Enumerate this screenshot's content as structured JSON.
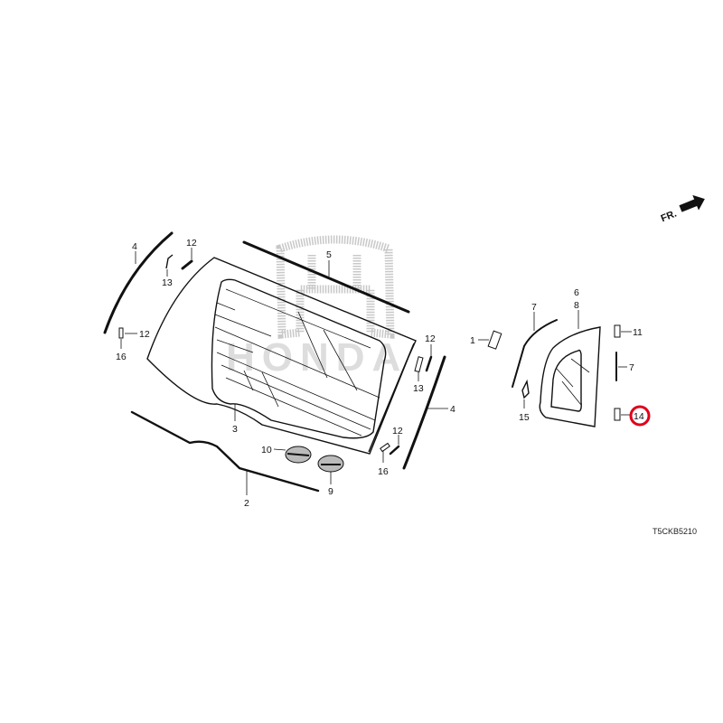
{
  "diagram": {
    "watermark": "HONDA",
    "direction_marker": "FR.",
    "diagram_code": "T5CKB5210",
    "highlight_color": "#e0001b",
    "highlighted_part": "14",
    "callouts": {
      "p1": "1",
      "p2": "2",
      "p3": "3",
      "p4a": "4",
      "p4b": "4",
      "p5": "5",
      "p6": "6",
      "p7a": "7",
      "p7b": "7",
      "p8": "8",
      "p9": "9",
      "p10": "10",
      "p11": "11",
      "p12a": "12",
      "p12b": "12",
      "p12c": "12",
      "p12d": "12",
      "p13a": "13",
      "p13b": "13",
      "p14": "14",
      "p15": "15",
      "p16a": "16",
      "p16b": "16"
    }
  }
}
